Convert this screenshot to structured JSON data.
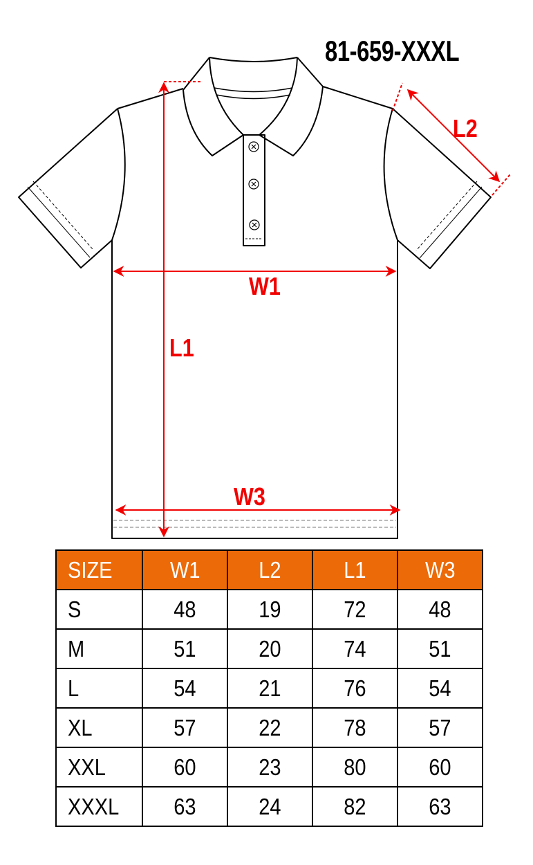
{
  "product_code": "81-659-XXXL",
  "measurement_labels": {
    "w1": "W1",
    "l1": "L1",
    "l2": "L2",
    "w3": "W3"
  },
  "colors": {
    "header": "#ec6a08",
    "measure": "#f20000"
  },
  "table": {
    "headers": [
      "SIZE",
      "W1",
      "L2",
      "L1",
      "W3"
    ],
    "rows": [
      [
        "S",
        "48",
        "19",
        "72",
        "48"
      ],
      [
        "M",
        "51",
        "20",
        "74",
        "51"
      ],
      [
        "L",
        "54",
        "21",
        "76",
        "54"
      ],
      [
        "XL",
        "57",
        "22",
        "78",
        "57"
      ],
      [
        "XXL",
        "60",
        "23",
        "80",
        "60"
      ],
      [
        "XXXL",
        "63",
        "24",
        "82",
        "63"
      ]
    ]
  }
}
